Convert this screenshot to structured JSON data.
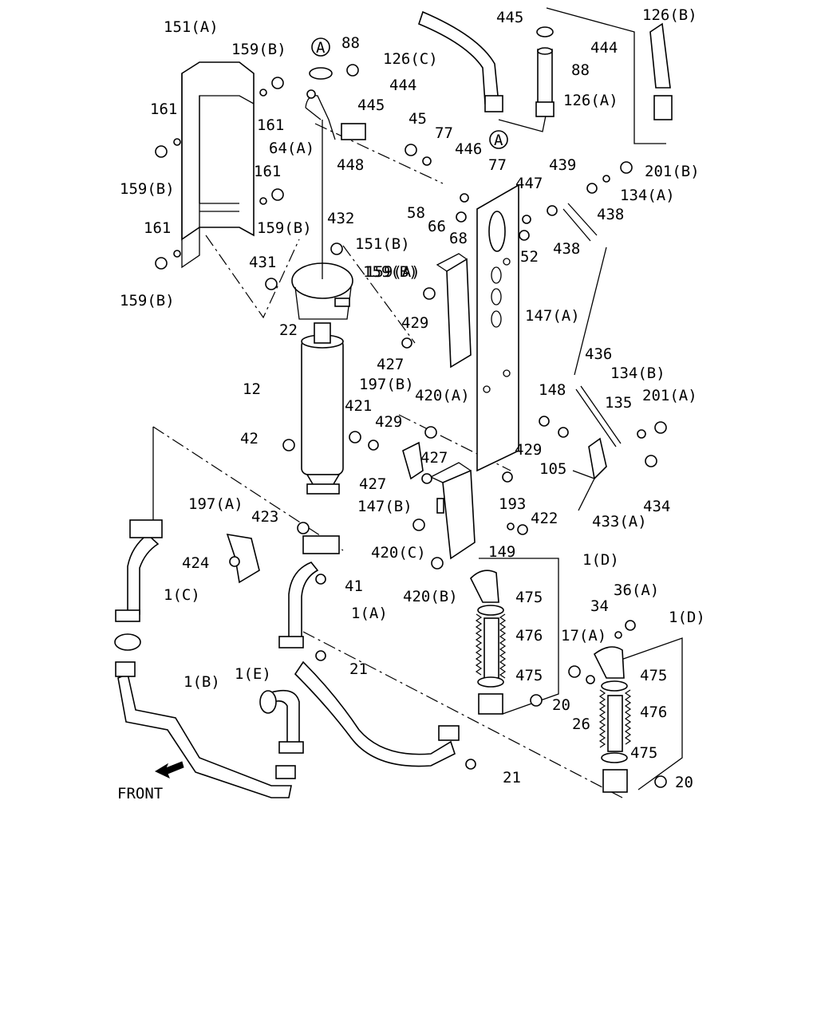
{
  "diagram": {
    "front_label": "FRONT",
    "callout_a": "A",
    "labels": [
      "151(A)",
      "159(B)",
      "88",
      "126(C)",
      "445",
      "126(B)",
      "444",
      "444",
      "88",
      "126(A)",
      "445",
      "161",
      "161",
      "159(B)",
      "64(A)",
      "448",
      "45",
      "77",
      "446",
      "77",
      "201(B)",
      "439",
      "447",
      "134(A)",
      "438",
      "159(B)",
      "161",
      "159(B)",
      "161",
      "432",
      "58",
      "66",
      "68",
      "52",
      "438",
      "151(B)",
      "159(B)",
      "159(A)",
      "431",
      "147(A)",
      "22",
      "429",
      "427",
      "436",
      "12",
      "197(B)",
      "420(A)",
      "421",
      "429",
      "148",
      "134(B)",
      "135",
      "201(A)",
      "42",
      "427",
      "429",
      "105",
      "427",
      "197(A)",
      "147(B)",
      "193",
      "423",
      "422",
      "433(A)",
      "434",
      "424",
      "420(C)",
      "149",
      "1(C)",
      "41",
      "1(D)",
      "420(B)",
      "475",
      "36(A)",
      "34",
      "1(A)",
      "1(D)",
      "476",
      "17(A)",
      "21",
      "475",
      "475",
      "1(E)",
      "1(B)",
      "20",
      "476",
      "26",
      "475",
      "21",
      "20"
    ]
  }
}
